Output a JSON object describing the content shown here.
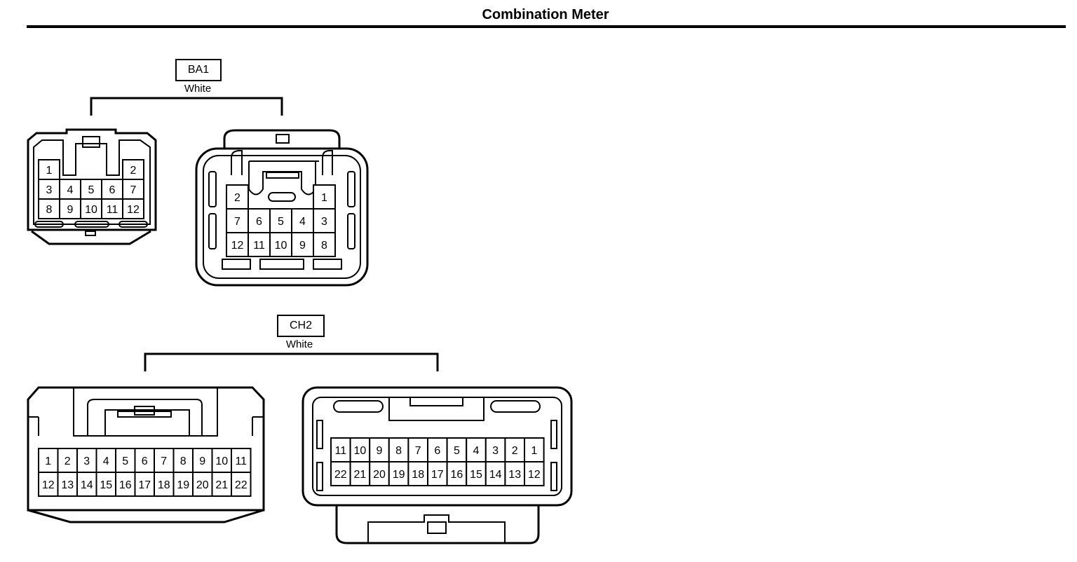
{
  "page": {
    "title": "Combination Meter"
  },
  "connectors": [
    {
      "id": "BA1",
      "color": "White",
      "left_view": [
        [
          "1",
          "",
          "",
          "",
          "2"
        ],
        [
          "3",
          "4",
          "5",
          "6",
          "7"
        ],
        [
          "8",
          "9",
          "10",
          "11",
          "12"
        ]
      ],
      "right_view": [
        [
          "2",
          "",
          "",
          "",
          "1"
        ],
        [
          "7",
          "6",
          "5",
          "4",
          "3"
        ],
        [
          "12",
          "11",
          "10",
          "9",
          "8"
        ]
      ]
    },
    {
      "id": "CH2",
      "color": "White",
      "left_view": [
        [
          "1",
          "2",
          "3",
          "4",
          "5",
          "6",
          "7",
          "8",
          "9",
          "10",
          "11"
        ],
        [
          "12",
          "13",
          "14",
          "15",
          "16",
          "17",
          "18",
          "19",
          "20",
          "21",
          "22"
        ]
      ],
      "right_view": [
        [
          "11",
          "10",
          "9",
          "8",
          "7",
          "6",
          "5",
          "4",
          "3",
          "2",
          "1"
        ],
        [
          "22",
          "21",
          "20",
          "19",
          "18",
          "17",
          "16",
          "15",
          "14",
          "13",
          "12"
        ]
      ]
    }
  ]
}
